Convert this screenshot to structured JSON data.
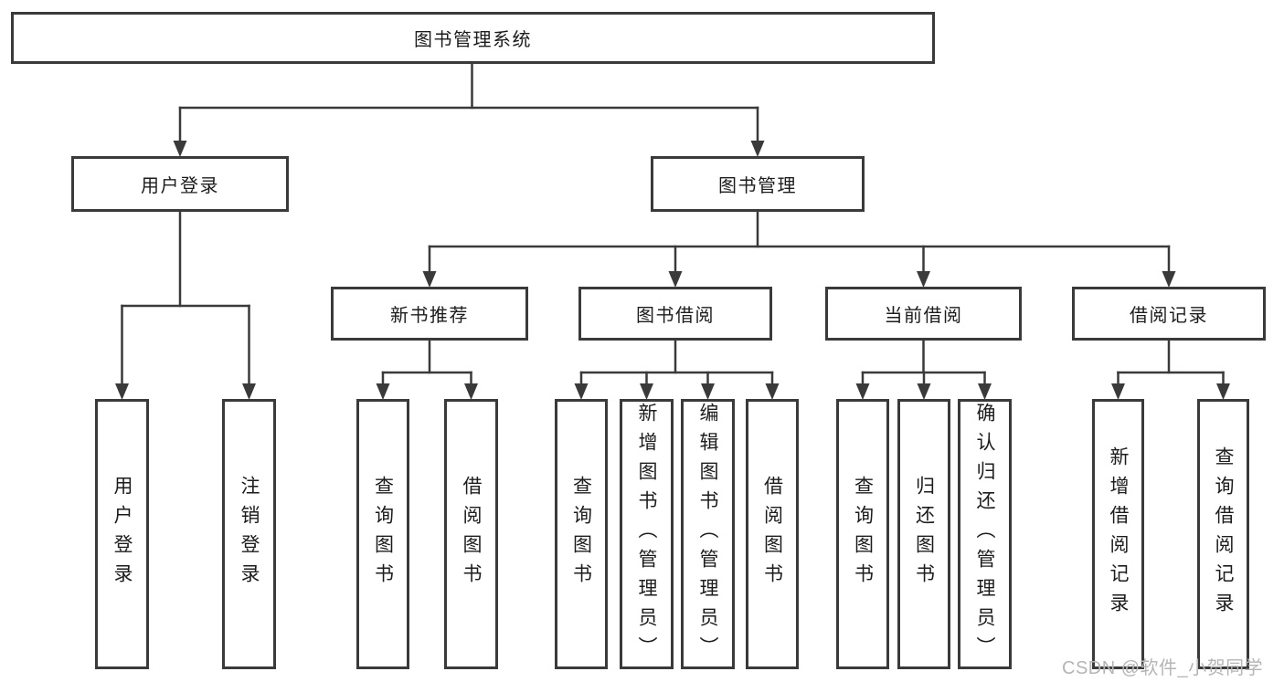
{
  "root": {
    "label": "图书管理系统"
  },
  "branches": {
    "user_login": {
      "label": "用户登录",
      "leaves": [
        "用户登录",
        "注销登录"
      ]
    },
    "book_management": {
      "label": "图书管理",
      "children": {
        "new_book_recommendation": {
          "label": "新书推荐",
          "leaves": [
            "查询图书",
            "借阅图书"
          ]
        },
        "book_borrowing": {
          "label": "图书借阅",
          "leaves": [
            "查询图书",
            "新增图书（管理员）",
            "编辑图书（管理员）",
            "借阅图书"
          ]
        },
        "current_borrowing": {
          "label": "当前借阅",
          "leaves": [
            "查询图书",
            "归还图书",
            "确认归还（管理员）"
          ]
        },
        "borrowing_records": {
          "label": "借阅记录",
          "leaves": [
            "新增借阅记录",
            "查询借阅记录"
          ]
        }
      }
    }
  },
  "watermark": {
    "text": "CSDN @软件_小贺同学"
  },
  "colors": {
    "line": "#3a3a3a",
    "box_border": "#3a3a3a",
    "text": "#1c1c1c",
    "background": "#ffffff",
    "watermark": "#b5b5b5"
  }
}
